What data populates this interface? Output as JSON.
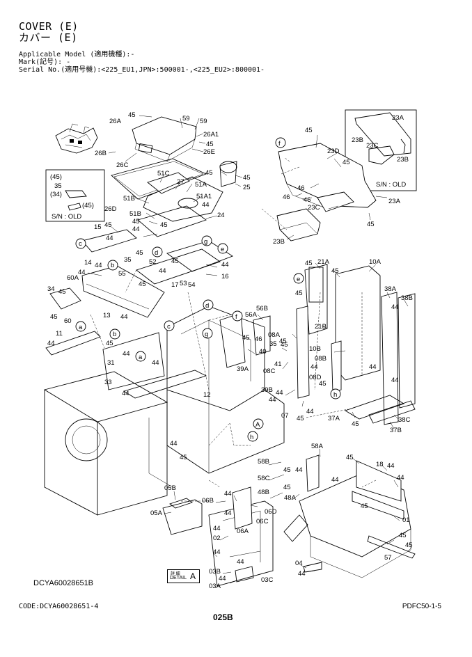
{
  "header": {
    "title_en": "COVER (E)",
    "title_jp": "カバー (E)",
    "applicable_model": "Applicable Model (適用機種):-",
    "mark": "Mark(記号): -",
    "serial_no": "Serial No.(適用号機):<225_EU1,JPN>:500001-,<225_EU2>:800001-"
  },
  "drawing_code": "DCYA60028651B",
  "detail": {
    "jp": "詳 細",
    "en": "DETAIL",
    "letter": "A"
  },
  "footer": {
    "code": "CODE:DCYA60028651-4",
    "page": "025B",
    "pdfc": "PDFC50-1-5"
  },
  "callouts": {
    "so1": "S/N : OLD",
    "so2": "S/N : OLD",
    "old1": "(45)",
    "old2": "35",
    "old3": "(34)",
    "old4": "(45)",
    "p26a": "26A",
    "p45a": "45",
    "p59a": "59",
    "p59b": "59",
    "p26a1": "26A1",
    "p45b": "45",
    "p26e": "26E",
    "p26b": "26B",
    "p26c": "26C",
    "p51c": "51C",
    "p27": "27",
    "p51a": "51A",
    "p45c": "45",
    "p45d": "45",
    "p25": "25",
    "p51b": "51B",
    "p51a1": "51A1",
    "p26d": "26D",
    "p51b2": "51B",
    "p44a": "44",
    "p45e": "45",
    "p24": "24",
    "p15": "15",
    "p45f": "45",
    "p44b": "44",
    "p45g": "45",
    "p44c": "44",
    "p14": "14",
    "p44d": "44",
    "p35": "35",
    "p45h": "45",
    "p52": "52",
    "p44e": "44",
    "p45i": "45",
    "p44f": "44",
    "p16": "16",
    "p60a": "60A",
    "p55": "55",
    "p45j": "45",
    "p17": "17",
    "p53": "53",
    "p54": "54",
    "p34": "34",
    "p45k": "45",
    "p13": "13",
    "p44g": "44",
    "p45l": "45",
    "p60": "60",
    "p11": "11",
    "p44h": "44",
    "p45m": "45",
    "p44i": "44",
    "p44j": "44",
    "p31": "31",
    "p33": "33",
    "p44k": "44",
    "p12": "12",
    "p44l": "44",
    "p45n": "45",
    "p45o": "45",
    "p23d": "23D",
    "p45p": "45",
    "p46a": "46",
    "p46b": "46",
    "p46c": "46",
    "p23c": "23C",
    "p23a": "23A",
    "p45q": "45",
    "p23b": "23B",
    "p23a2": "23A",
    "p23b2": "23B",
    "p23c2": "23C",
    "p23b3": "23B",
    "p45r": "45",
    "p21a": "21A",
    "p45s": "45",
    "p10a": "10A",
    "p45t": "45",
    "p21b": "21B",
    "p38a": "38A",
    "p38b": "38B",
    "p44m": "44",
    "p56b": "56B",
    "p56a": "56A",
    "p45u": "45",
    "p46d": "46",
    "p08a": "08A",
    "p45v": "45",
    "p35b": "35",
    "p45w": "45",
    "p40": "40",
    "p41": "41",
    "p39a": "39A",
    "p08c": "08C",
    "p10b": "10B",
    "p08b": "08B",
    "p44n": "44",
    "p08d": "08D",
    "p45x": "45",
    "p39b": "39B",
    "p44o": "44",
    "p44p": "44",
    "p44q": "44",
    "p07": "07",
    "p45y": "45",
    "p44r": "44",
    "p37a": "37A",
    "p45z": "45",
    "p38c": "38C",
    "p37b": "37B",
    "p44s": "44",
    "p58a": "58A",
    "p58b": "58B",
    "p58c": "58C",
    "p45aa": "45",
    "p44t": "44",
    "p45ab": "45",
    "p48b": "48B",
    "p48a": "48A",
    "p44u": "44",
    "p45ac": "45",
    "p18": "18",
    "p44v": "44",
    "p44w": "44",
    "p45ad": "45",
    "p01": "01",
    "p45ae": "45",
    "p45af": "45",
    "p57": "57",
    "p04": "04",
    "p44x": "44",
    "p05b": "05B",
    "p05a": "05A",
    "p06b": "06B",
    "p44y": "44",
    "p44z": "44",
    "p06c": "06C",
    "p06d": "06D",
    "p44aa": "44",
    "p02": "02",
    "p06a": "06A",
    "p44ab": "44",
    "p44ac": "44",
    "p03b": "03B",
    "p44ad": "44",
    "p03a": "03A",
    "p03c": "03C"
  },
  "circle_refs": [
    "a",
    "b",
    "c",
    "d",
    "e",
    "f",
    "g",
    "h",
    "A"
  ]
}
